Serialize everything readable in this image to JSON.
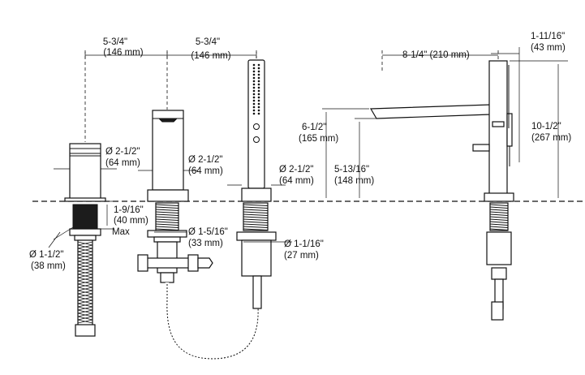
{
  "dimensions": {
    "spacing_left": {
      "line1": "5-3/4\"",
      "line2": "(146 mm)"
    },
    "spacing_right": {
      "line1": "5-3/4\"",
      "line2": "(146 mm)"
    },
    "diverter_dia": {
      "line1": "Ø 2-1/2\"",
      "line2": "(64 mm)"
    },
    "valve_dia": {
      "line1": "Ø 2-1/2\"",
      "line2": "(64 mm)"
    },
    "handshower_dia": {
      "line1": "Ø 2-1/2\"",
      "line2": "(64 mm)"
    },
    "deck_thickness": {
      "line1": "1-9/16\"",
      "line2": "(40 mm)",
      "line3": "Max"
    },
    "diverter_hole": {
      "line1": "Ø 1-1/2\"",
      "line2": "(38 mm)"
    },
    "valve_hole": {
      "line1": "Ø 1-5/16\"",
      "line2": "(33 mm)"
    },
    "handshower_hole": {
      "line1": "Ø 1-1/16\"",
      "line2": "(27 mm)"
    },
    "spout_reach": {
      "line1": "8-1/4\" (210 mm)"
    },
    "spout_depth": {
      "line1": "1-11/16\"",
      "line2": "(43 mm)"
    },
    "spout_height": {
      "line1": "6-1/2\"",
      "line2": "(165 mm)"
    },
    "outlet_height": {
      "line1": "5-13/16\"",
      "line2": "(148 mm)"
    },
    "overall_height": {
      "line1": "10-1/2\"",
      "line2": "(267 mm)"
    }
  },
  "colors": {
    "ink": "#111111",
    "background": "#ffffff"
  }
}
